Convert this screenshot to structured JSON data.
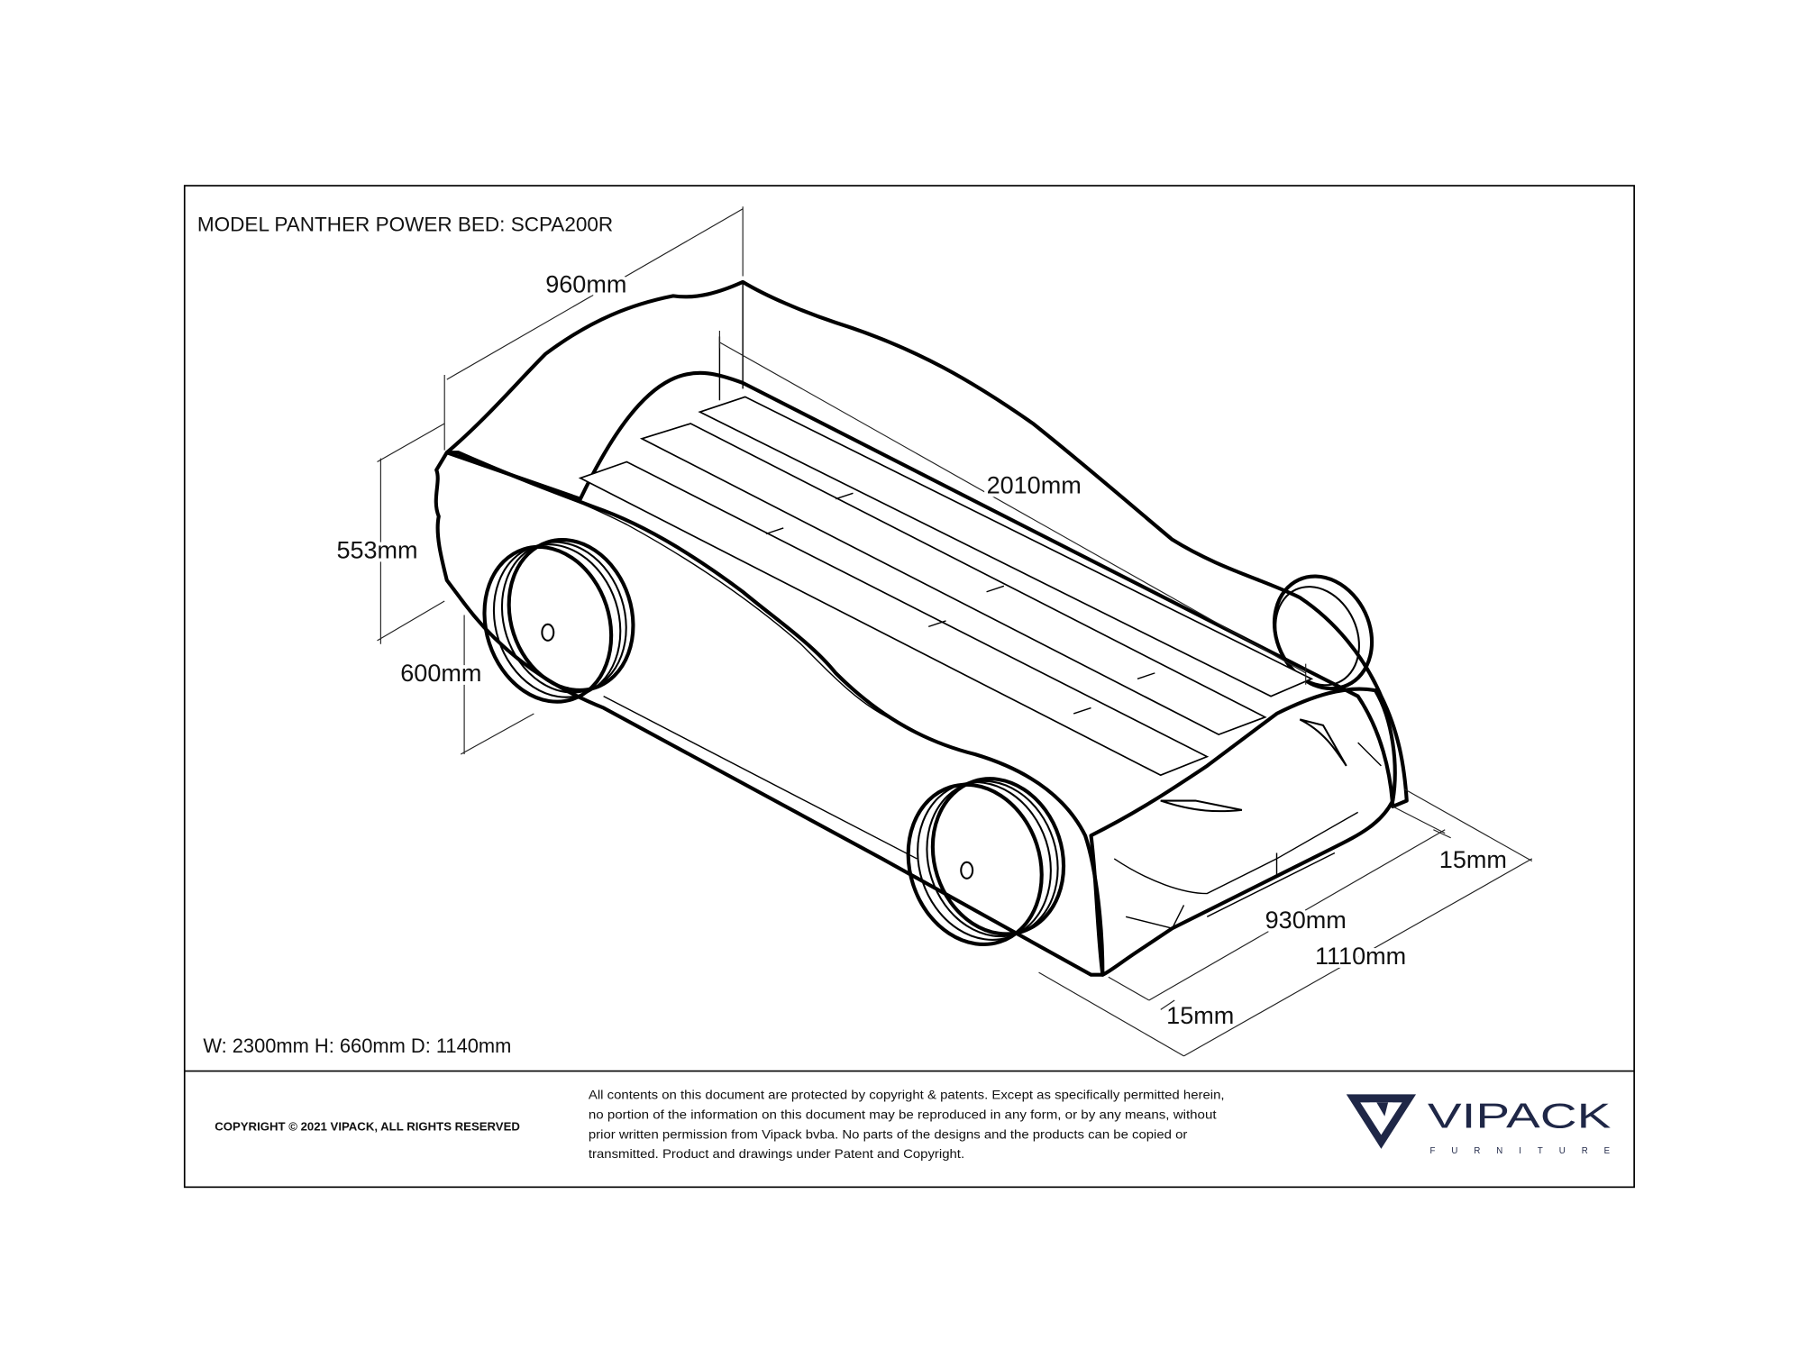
{
  "title": "MODEL PANTHER POWER BED: SCPA200R",
  "overall_dimensions": "W: 2300mm H: 660mm D: 1140mm",
  "dimensions": {
    "width_top": "960mm",
    "mattress_length": "2010mm",
    "side_height": "553mm",
    "wheel_height": "600mm",
    "right_margin": "15mm",
    "inner_width": "930mm",
    "outer_width": "1110mm",
    "left_margin": "15mm"
  },
  "footer": {
    "copyright": "COPYRIGHT  © 2021 VIPACK, ALL RIGHTS RESERVED",
    "legal_lines": [
      "All contents on this document are protected by copyright & patents. Except as specifically permitted herein,",
      "no portion of the information on this document may be reproduced in any form, or by any means, without",
      "prior written permission from Vipack bvba. No parts of the designs and the products can be copied or",
      "transmitted. Product and drawings under Patent and Copyright."
    ],
    "logo": {
      "name": "VIPACK",
      "sub": "FURNITURE",
      "color": "#1f2747"
    }
  }
}
